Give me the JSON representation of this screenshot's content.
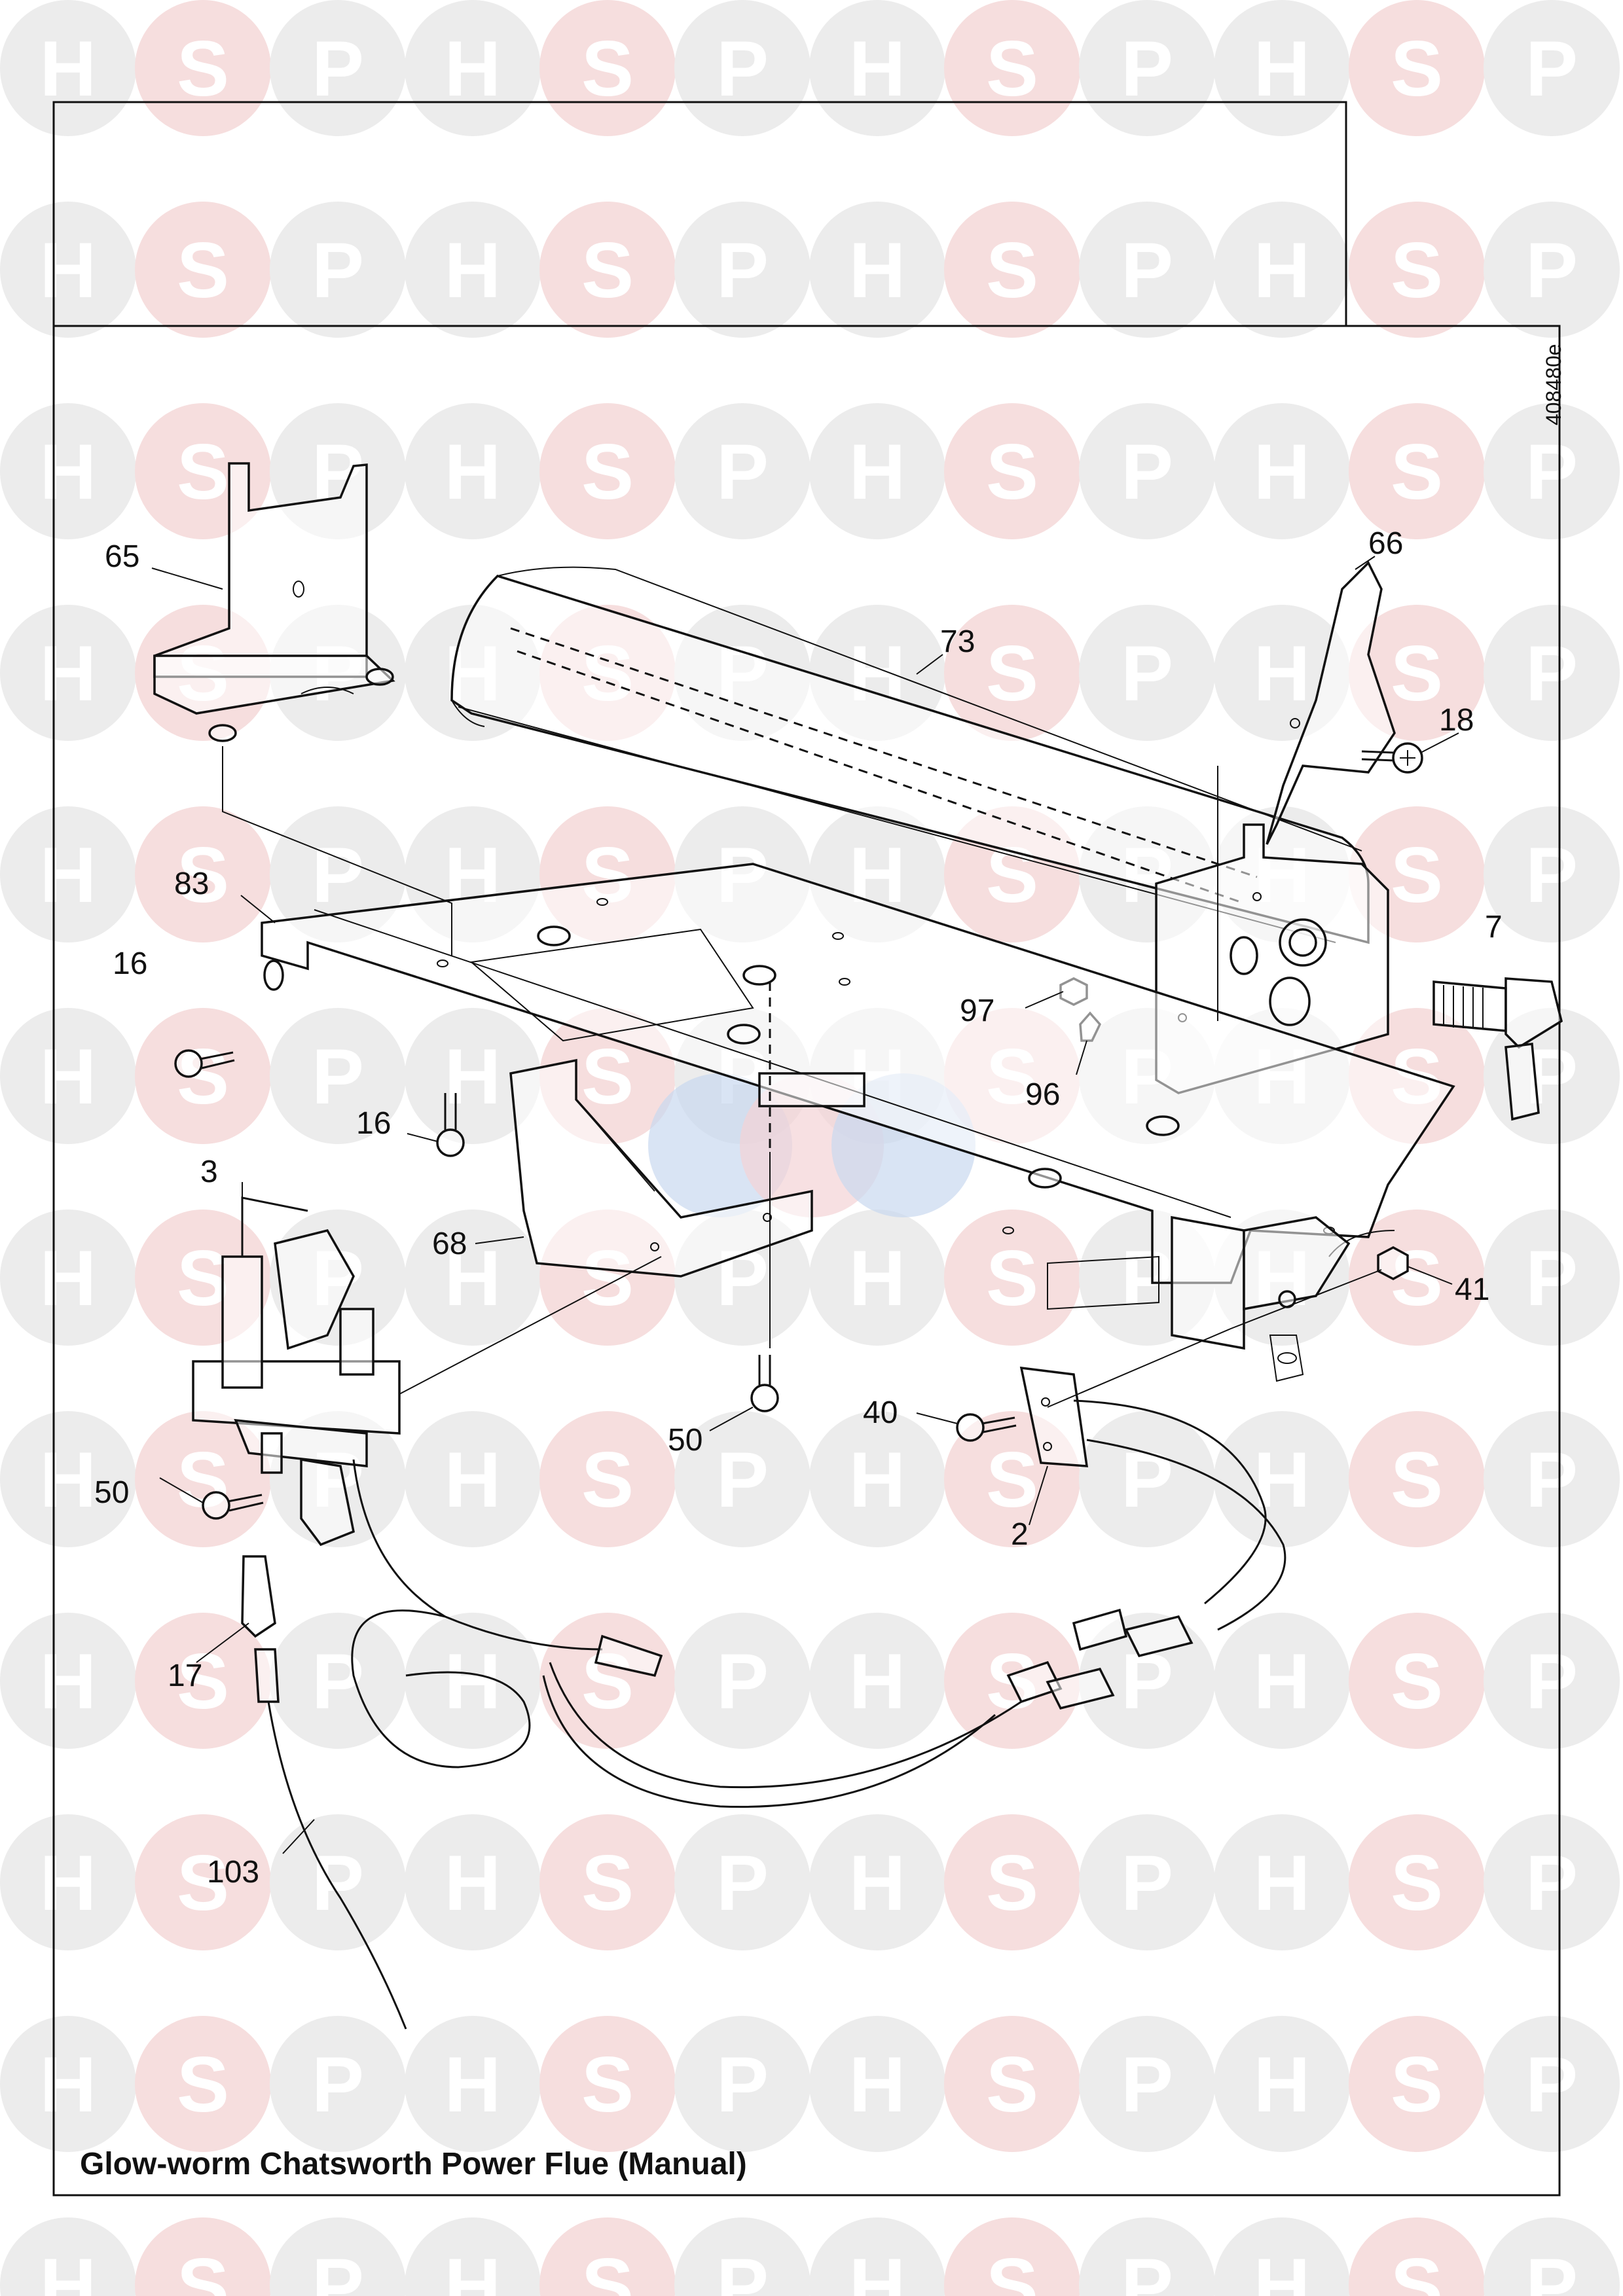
{
  "watermark": {
    "letters": [
      "H",
      "S",
      "P"
    ],
    "color_gray": "#ececec",
    "color_pink": "#f6dede",
    "center_logo_colors": [
      "#c9d8ef",
      "#f3d3d6"
    ]
  },
  "drawing": {
    "reference_code": "408480e",
    "title": "Glow-worm Chatsworth Power Flue (Manual)"
  },
  "callouts": [
    {
      "id": "c65",
      "label": "65"
    },
    {
      "id": "c66",
      "label": "66"
    },
    {
      "id": "c73",
      "label": "73"
    },
    {
      "id": "c18",
      "label": "18"
    },
    {
      "id": "c83",
      "label": "83"
    },
    {
      "id": "c16a",
      "label": "16"
    },
    {
      "id": "c16b",
      "label": "16"
    },
    {
      "id": "c7",
      "label": "7"
    },
    {
      "id": "c97",
      "label": "97"
    },
    {
      "id": "c96",
      "label": "96"
    },
    {
      "id": "c3",
      "label": "3"
    },
    {
      "id": "c68",
      "label": "68"
    },
    {
      "id": "c41",
      "label": "41"
    },
    {
      "id": "c40",
      "label": "40"
    },
    {
      "id": "c50a",
      "label": "50"
    },
    {
      "id": "c50b",
      "label": "50"
    },
    {
      "id": "c2",
      "label": "2"
    },
    {
      "id": "c17",
      "label": "17"
    },
    {
      "id": "c103",
      "label": "103"
    }
  ]
}
